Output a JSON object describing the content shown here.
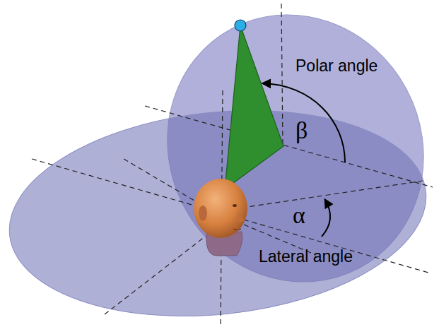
{
  "diagram": {
    "labels": [
      "Polar angle",
      "β",
      "α",
      "Lateral angle"
    ]
  }
}
